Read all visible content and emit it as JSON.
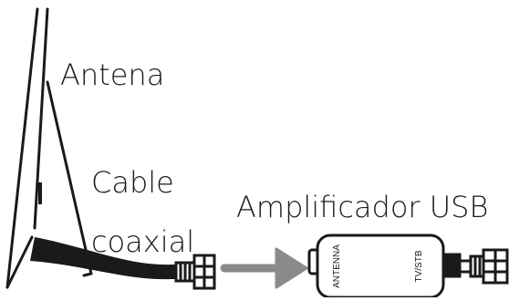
{
  "labels": {
    "antenna": "Antena",
    "cable_line1": "Cable",
    "cable_line2": "coaxial",
    "amplifier": "Amplificador USB",
    "port_antenna": "ANTENNA",
    "port_tv": "TV/STB"
  },
  "colors": {
    "line": "#1a1a1a",
    "arrow": "#8a8a8a",
    "background": "#ffffff"
  }
}
